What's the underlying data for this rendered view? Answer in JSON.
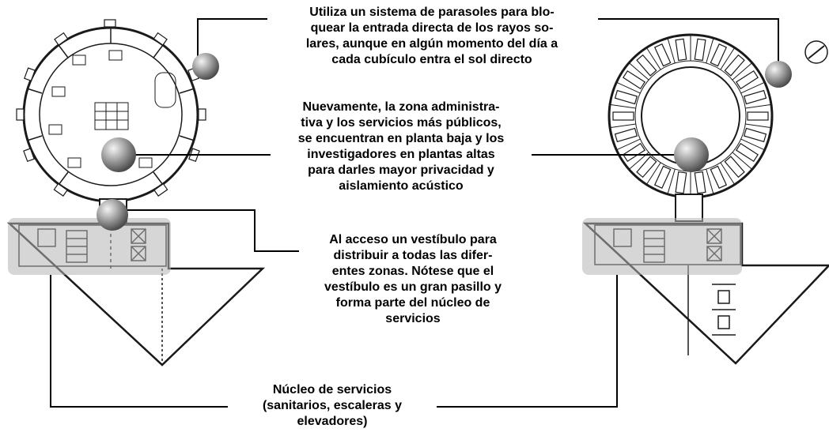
{
  "annotations": {
    "parasoles": {
      "lines": [
        "Utiliza un sistema de parasoles para blo-",
        "quear la entrada directa de los rayos so-",
        "lares, aunque en algún momento del día a",
        "cada cubículo entra el sol directo"
      ]
    },
    "administrativa": {
      "lines": [
        "Nuevamente, la zona administra-",
        "tiva y los servicios más públicos,",
        "se encuentran en planta baja y los",
        "investigadores en plantas altas",
        "para darles mayor privacidad y",
        "aislamiento acústico"
      ]
    },
    "vestibulo": {
      "lines": [
        "Al acceso un vestíbulo para",
        "distribuir a todas las difer-",
        "entes  zonas. Nótese que el",
        "vestíbulo es un gran pasillo y",
        "forma parte del núcleo de",
        "servicios"
      ]
    },
    "nucleo": {
      "lines": [
        "Núcleo de servicios",
        "(sanitarios, escaleras y",
        "elevadores)"
      ]
    }
  },
  "colors": {
    "ink": "#000000",
    "wall": "#1a1a1a",
    "highlight": "#b4b4b4",
    "marker": "#8a8a8a"
  }
}
